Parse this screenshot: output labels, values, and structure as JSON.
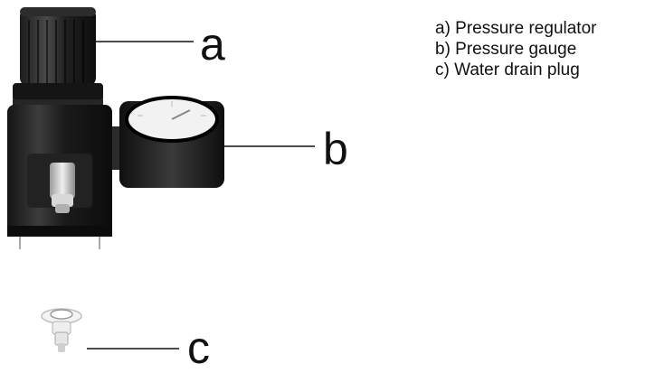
{
  "callouts": {
    "a": "a",
    "b": "b",
    "c": "c"
  },
  "legend": [
    "a) Pressure regulator",
    "b) Pressure gauge",
    "c) Water drain plug"
  ],
  "colors": {
    "body": "#1a1a1a",
    "highlight": "#5a5a5a",
    "metal": "#c8c8c8",
    "gauge_face": "#f2f2f2",
    "line": "#111111"
  }
}
